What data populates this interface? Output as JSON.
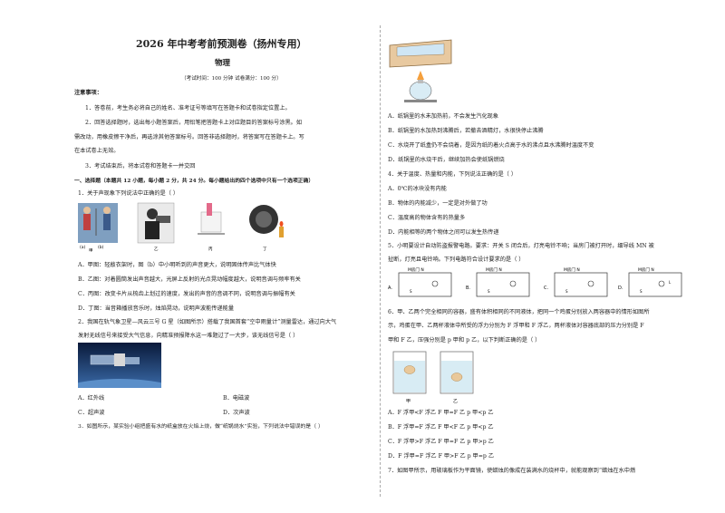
{
  "header": {
    "title": "2026 年中考考前预测卷（扬州专用）",
    "subject": "物理",
    "exam_note": "（考试时间：100 分钟   试卷满分：100 分）"
  },
  "notice": {
    "heading": "注意事项：",
    "lines": [
      "1．答卷前，考生务必将自己的姓名、准考证号等填写在答题卡和试卷指定位置上。",
      "2．回答选择题时，选出每小题答案后，用铅笔把答题卡上对应题目的答案标号涂黑。如",
      "需改动，用橡皮擦干净后，再选涂其他答案标号。回答非选择题时，将答案写在答题卡上。写",
      "在本试卷上无效。",
      "3．考试结束后，将本试卷和答题卡一并交回"
    ]
  },
  "section1": {
    "heading": "一、选择题（本题共 12 小题，每小题 2 分，共 24 分。每小题给出的四个选项中只有一个选项正确）"
  },
  "q1": {
    "stem": "1．关于声现象下列说法中正确的是（        ）",
    "image_labels": [
      "(a)",
      "(b)",
      "甲",
      "乙",
      "丙",
      "丁"
    ],
    "options": [
      "A．甲图：轻敲衣架时，图（b）中小明听到的声音更大，说明固体传声比气体快",
      "B．乙图：对着圆筒发出声音越大，光屏上反射的光点晃动幅度越大，说明音调与频率有关",
      "C．丙图：改变卡片从梳齿上划过的速度，发出的声音的音调不同，说明音调与振幅有关",
      "D．丁图：当音箱播放音乐时，烛焰晃动，说明声波能传递能量"
    ]
  },
  "q2": {
    "stem1": "2．我国在轨气象卫星—风云三号 G 星（如图所示）搭载了我国首套“空中雨量计”测量雷达，通过向大气",
    "stem2": "发射无线信号来接受大气信息，向精准预报降水这一难题过了一大步，该无线信号是（        ）",
    "options": [
      "A．红外线",
      "B．电磁波",
      "C．超声波",
      "D．次声波"
    ]
  },
  "q3": {
    "stem": "3．如图所示，某实验小组把盛有水的纸盒放在火焰上烧，做“纸锅烧水”实验，下列说法中错误的是（        ）",
    "options": [
      "A．纸锅里的水未加热前，不会发生汽化现象",
      "B．纸锅里的水加热到沸腾后，若撤去酒精灯，水很快停止沸腾",
      "C．水烧开了纸盒仍不会烧着，是因为纸的着火点高于水的沸点且水沸腾时温度不变",
      "D．纸锅里的水烧干后，继续加热会使纸锅燃烧"
    ]
  },
  "q4": {
    "stem": "4．关于温度、热量和内能，下列说法正确的是（        ）",
    "options": [
      "A．0℃的冰块没有内能",
      "B．物体的内能减少，一定是对外做了功",
      "C．温度高的物体含有的热量多",
      "D．内能相等的两个物体之间可以发生热传递"
    ]
  },
  "q5": {
    "stem1": "5．小明要设计自动防盗报警电路。要求：开关 S 闭合后，灯亮电铃不响；当房门被打开时，细导线 MN 被",
    "stem2": "扯断，灯亮且电铃响。下列电路符合设计要求的是（        ）",
    "option_letters": [
      "A.",
      "B.",
      "C.",
      "D."
    ],
    "circuit_label": "M房门 N",
    "switch_label": "S",
    "lamp_label": "L"
  },
  "q6": {
    "stem1": "6．甲、乙两个完全相同的容器，盛有体积相同的不同液体，把同一个鸡蛋分别放入两容器中的情形如图所",
    "stem2": "示，鸡蛋在甲、乙两杯液体中所受的浮力分别为 F 浮甲和 F 浮乙，两杯液体对容器底部的压力分别是 F",
    "stem3": "甲和 F 乙，压强分别是 p 甲和 p 乙，以下判断正确的是（        ）",
    "cup_labels": [
      "甲",
      "乙"
    ],
    "options": [
      "A．F 浮甲<F 浮乙   F 甲=F 乙   p 甲<p 乙",
      "B．F 浮甲=F 浮乙   F 甲<F 乙   p 甲<p 乙",
      "C．F 浮甲>F 浮乙   F 甲=F 乙   p 甲>p 乙",
      "D．F 浮甲=F 浮乙   F 甲>F 乙   p 甲=p 乙"
    ]
  },
  "q7": {
    "stem": "7．如图甲所示，用玻璃板作为平面镜，使蜡烛的像成在装满水的烧杯中，就能观察到“蜡烛在水中燃"
  }
}
